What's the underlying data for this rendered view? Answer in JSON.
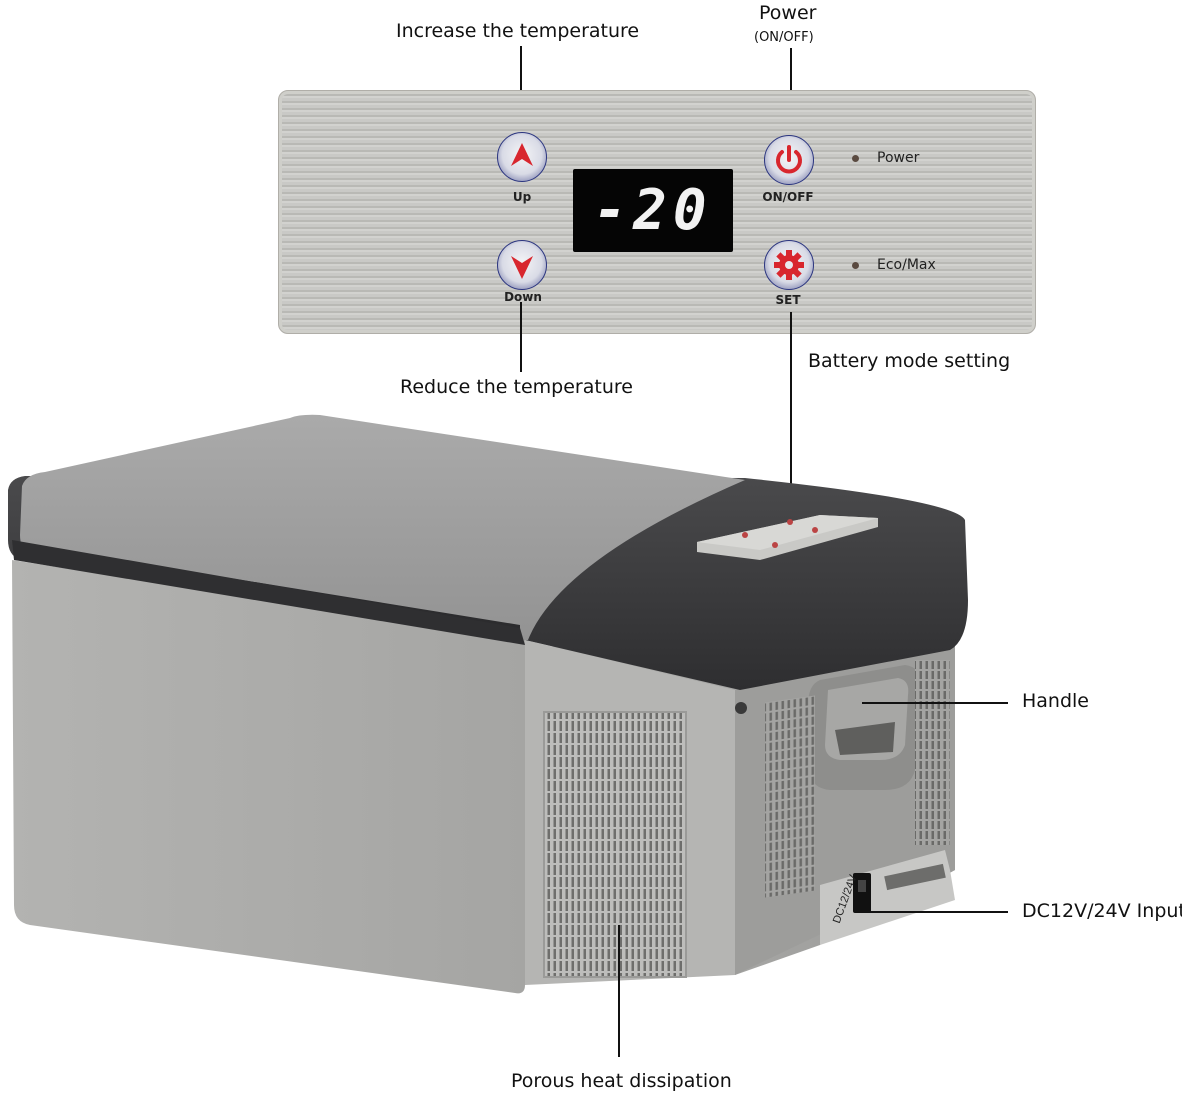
{
  "callouts": {
    "increase": "Increase the temperature",
    "power_title": "Power",
    "power_sub": "(ON/OFF)",
    "reduce": "Reduce the temperature",
    "battery": "Battery mode setting",
    "handle": "Handle",
    "dc_input": "DC12V/24V Input",
    "porous": "Porous heat dissipation"
  },
  "panel": {
    "up_label": "Up",
    "down_label": "Down",
    "onoff_label": "ON/OFF",
    "set_label": "SET",
    "power_indicator": "Power",
    "eco_indicator": "Eco/Max",
    "display_value": "-20"
  },
  "fridge": {
    "port_label": "DC12/24V"
  },
  "colors": {
    "body": "#a9a9a7",
    "lid_dark": "#3a3a3c",
    "lid_light": "#9b9b9b",
    "accent_red": "#d8262e",
    "button_ring": "#2c3680"
  },
  "icons": [
    "up-arrow-icon",
    "down-arrow-icon",
    "power-icon",
    "gear-icon"
  ]
}
